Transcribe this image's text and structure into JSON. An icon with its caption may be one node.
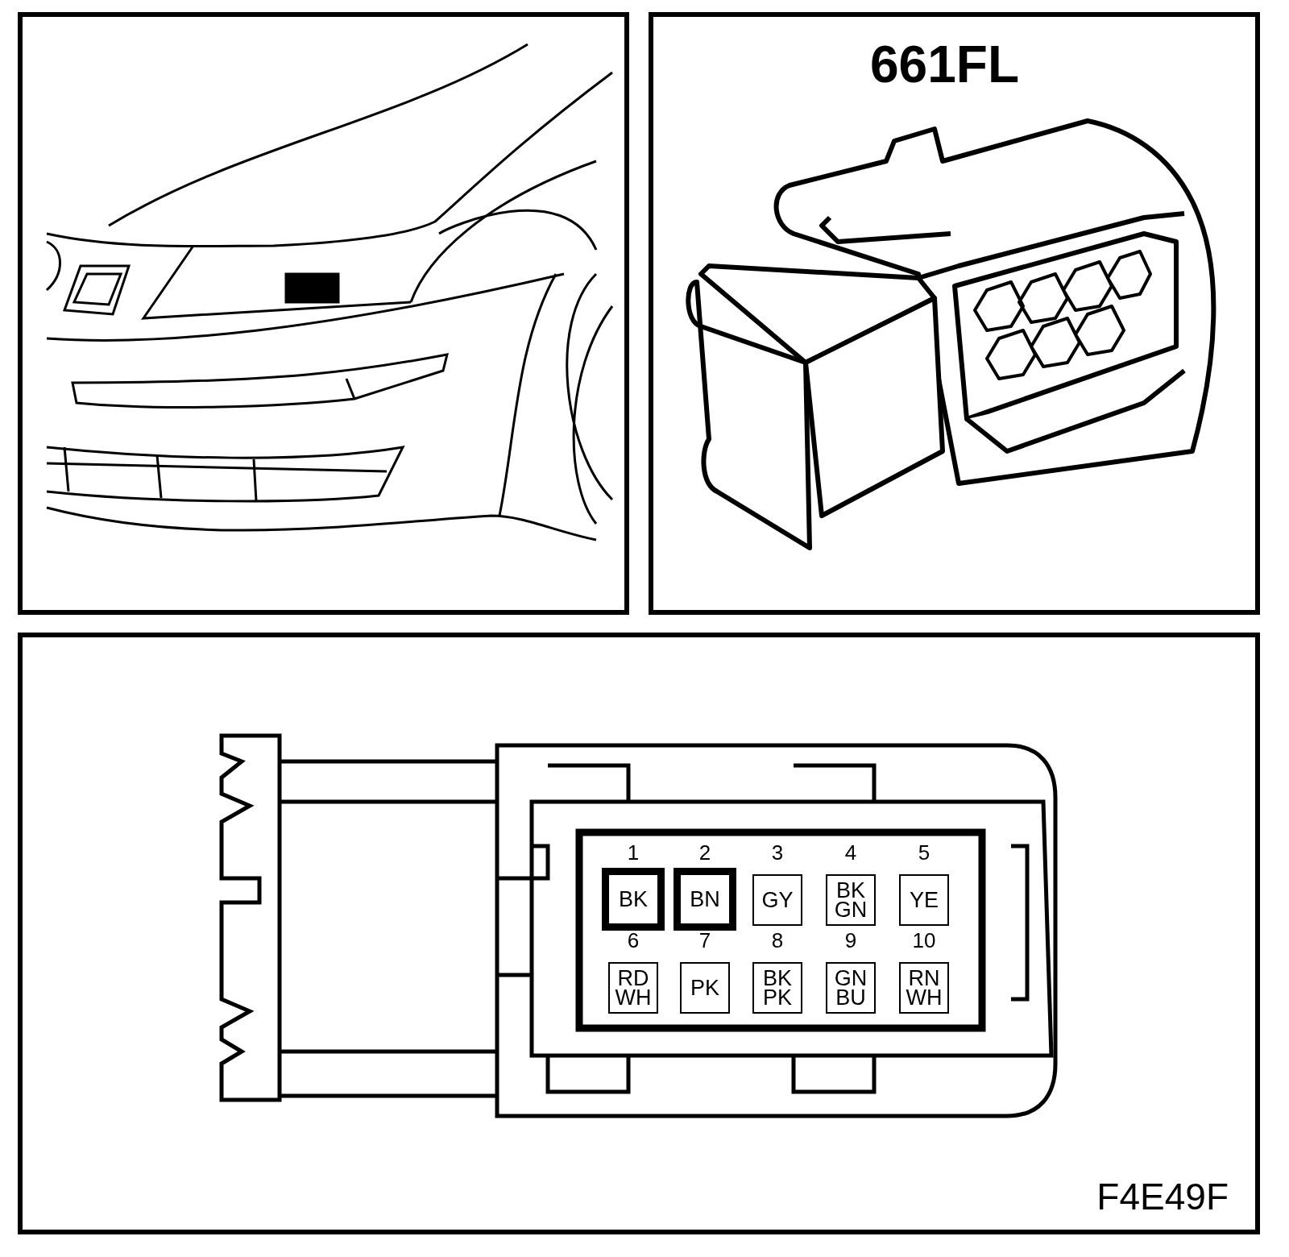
{
  "diagram": {
    "title": "661FL",
    "nodes": [
      {
        "text": [
          "BK"
        ],
        "beside": [
          "1"
        ]
      },
      {
        "text": [
          "BN"
        ],
        "beside": [
          "2"
        ]
      },
      {
        "text": [
          "GY"
        ],
        "beside": [
          "3"
        ]
      },
      {
        "text": [
          "BK GN"
        ],
        "beside": [
          "4"
        ]
      },
      {
        "text": [
          "YE"
        ],
        "beside": [
          "5"
        ]
      },
      {
        "text": [
          "RD WH"
        ],
        "beside": [
          "6"
        ]
      },
      {
        "text": [
          "PK"
        ],
        "beside": [
          "7"
        ]
      },
      {
        "text": [
          "BK PK"
        ],
        "beside": [
          "8"
        ]
      },
      {
        "text": [
          "GN BU"
        ],
        "beside": [
          "9"
        ]
      },
      {
        "text": [
          "RN WH"
        ],
        "beside": [
          "10"
        ]
      }
    ],
    "labels": [
      "F4E49F"
    ]
  }
}
